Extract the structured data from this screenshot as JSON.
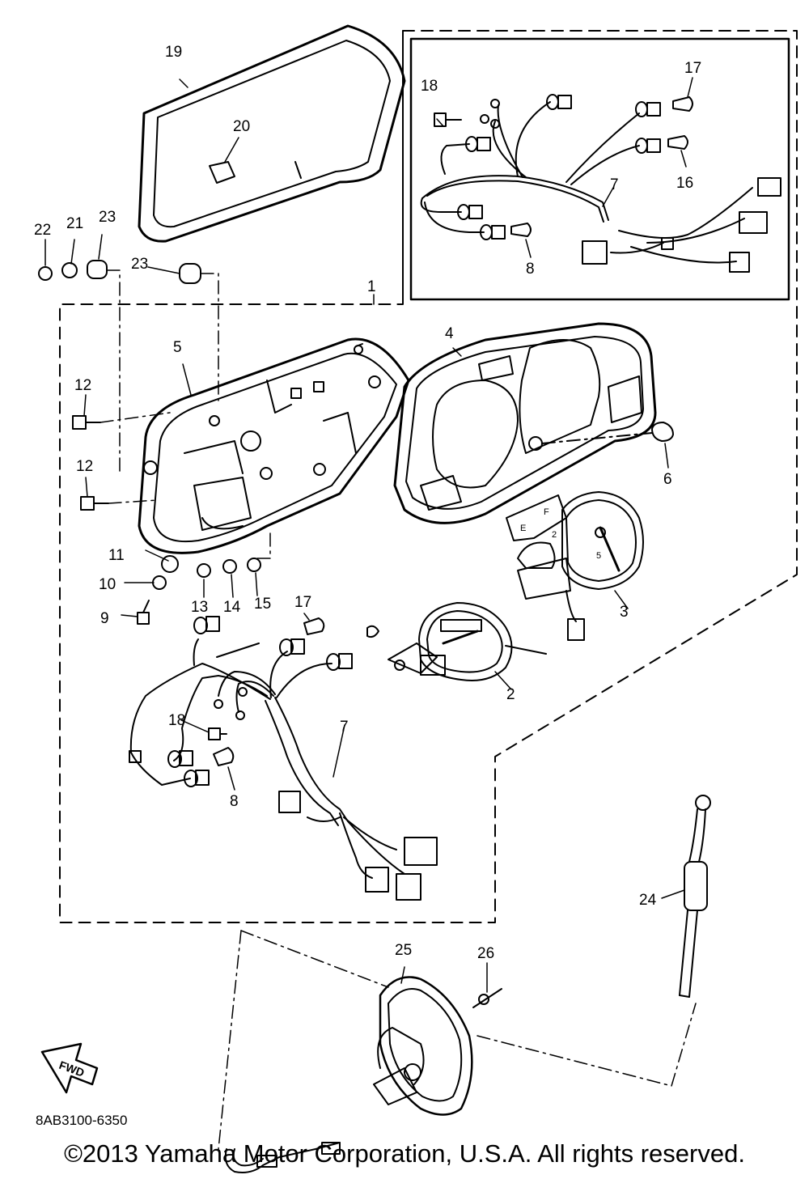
{
  "diagram_code": "8AB3100-6350",
  "copyright": "©2013 Yamaha Motor Corporation, U.S.A. All rights reserved.",
  "fwd_label": "FWD",
  "callouts": {
    "c1": "1",
    "c2": "2",
    "c3": "3",
    "c4": "4",
    "c5": "5",
    "c6": "6",
    "c7a": "7",
    "c7b": "7",
    "c8a": "8",
    "c8b": "8",
    "c9": "9",
    "c10": "10",
    "c11": "11",
    "c12a": "12",
    "c12b": "12",
    "c13": "13",
    "c14": "14",
    "c15": "15",
    "c16": "16",
    "c17a": "17",
    "c17b": "17",
    "c18a": "18",
    "c18b": "18",
    "c19": "19",
    "c20": "20",
    "c21": "21",
    "c22": "22",
    "c23a": "23",
    "c23b": "23",
    "c24": "24",
    "c25": "25",
    "c26": "26"
  }
}
